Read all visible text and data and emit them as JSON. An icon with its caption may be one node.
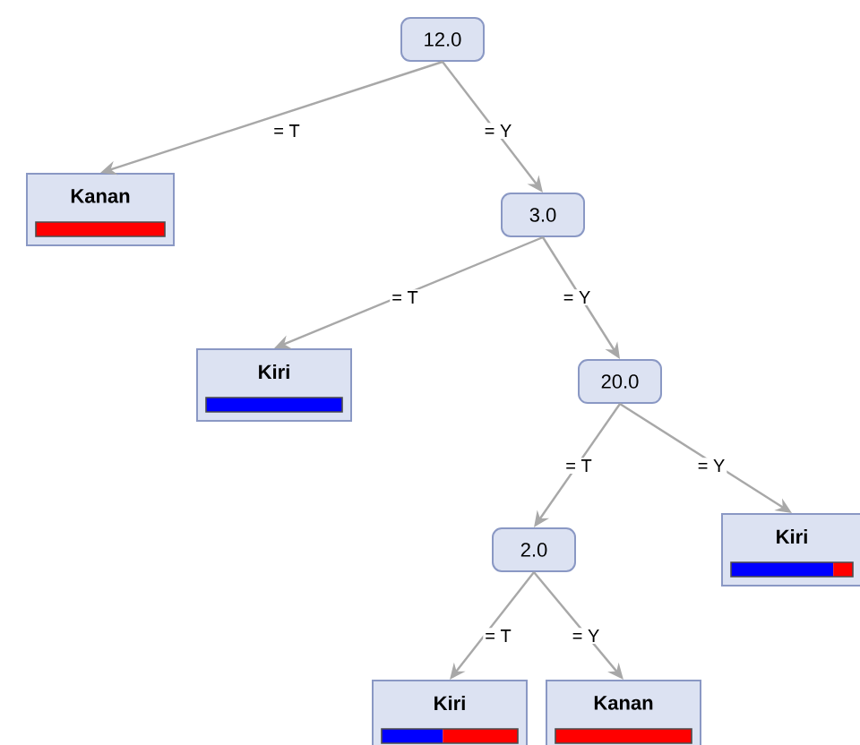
{
  "diagram": {
    "nodes": [
      {
        "text": [
          "12.0"
        ]
      },
      {
        "text": [
          "Kanan"
        ]
      },
      {
        "text": [
          "3.0"
        ]
      },
      {
        "text": [
          "Kiri"
        ]
      },
      {
        "text": [
          "20.0"
        ]
      },
      {
        "text": [
          "2.0"
        ]
      },
      {
        "text": [
          "Kiri"
        ]
      },
      {
        "text": [
          "Kiri"
        ]
      },
      {
        "text": [
          "Kanan"
        ]
      }
    ],
    "edges": [
      {
        "from": 0,
        "to": 1,
        "arrow": "to",
        "label": "= T"
      },
      {
        "from": 0,
        "to": 2,
        "arrow": "to",
        "label": "= Y"
      },
      {
        "from": 2,
        "to": 3,
        "arrow": "to",
        "label": "= T"
      },
      {
        "from": 2,
        "to": 4,
        "arrow": "to",
        "label": "= Y"
      },
      {
        "from": 4,
        "to": 5,
        "arrow": "to",
        "label": "= T"
      },
      {
        "from": 4,
        "to": 6,
        "arrow": "to",
        "label": "= Y"
      },
      {
        "from": 5,
        "to": 7,
        "arrow": "to",
        "label": "= T"
      },
      {
        "from": 5,
        "to": 8,
        "arrow": "to",
        "label": "= Y"
      }
    ]
  }
}
